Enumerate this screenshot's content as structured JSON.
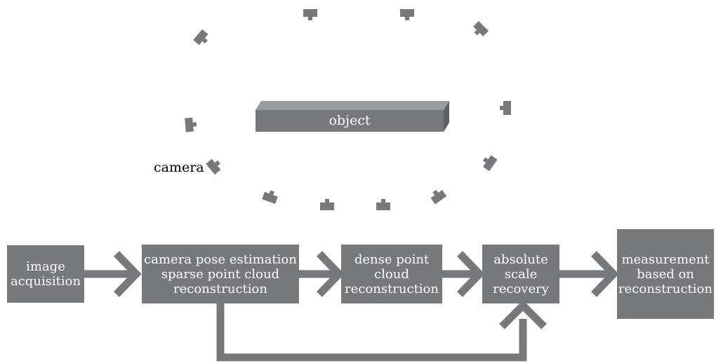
{
  "scene": {
    "object_label": "object",
    "camera_label": "camera"
  },
  "pipeline": {
    "image_acquisition": {
      "lines": [
        "image",
        "acquisition"
      ]
    },
    "pose_estimation": {
      "lines": [
        "camera pose estimation",
        "sparse point cloud",
        "reconstruction"
      ]
    },
    "dense_reconstruction": {
      "lines": [
        "dense point",
        "cloud",
        "reconstruction"
      ]
    },
    "scale_recovery": {
      "lines": [
        "absolute",
        "scale",
        "recovery"
      ]
    },
    "measurement": {
      "lines": [
        "measurement",
        "based on",
        "reconstruction"
      ]
    }
  },
  "colors": {
    "box_fill": "#77787b",
    "box_text": "#ffffff",
    "object_front": "#77787b",
    "object_top": "#9a9b9e",
    "object_side": "#5f6063",
    "camera": "#77787b",
    "arrow": "#77787b"
  },
  "icons": {
    "camera": "camera-icon",
    "arrow": "arrow-right-icon"
  }
}
